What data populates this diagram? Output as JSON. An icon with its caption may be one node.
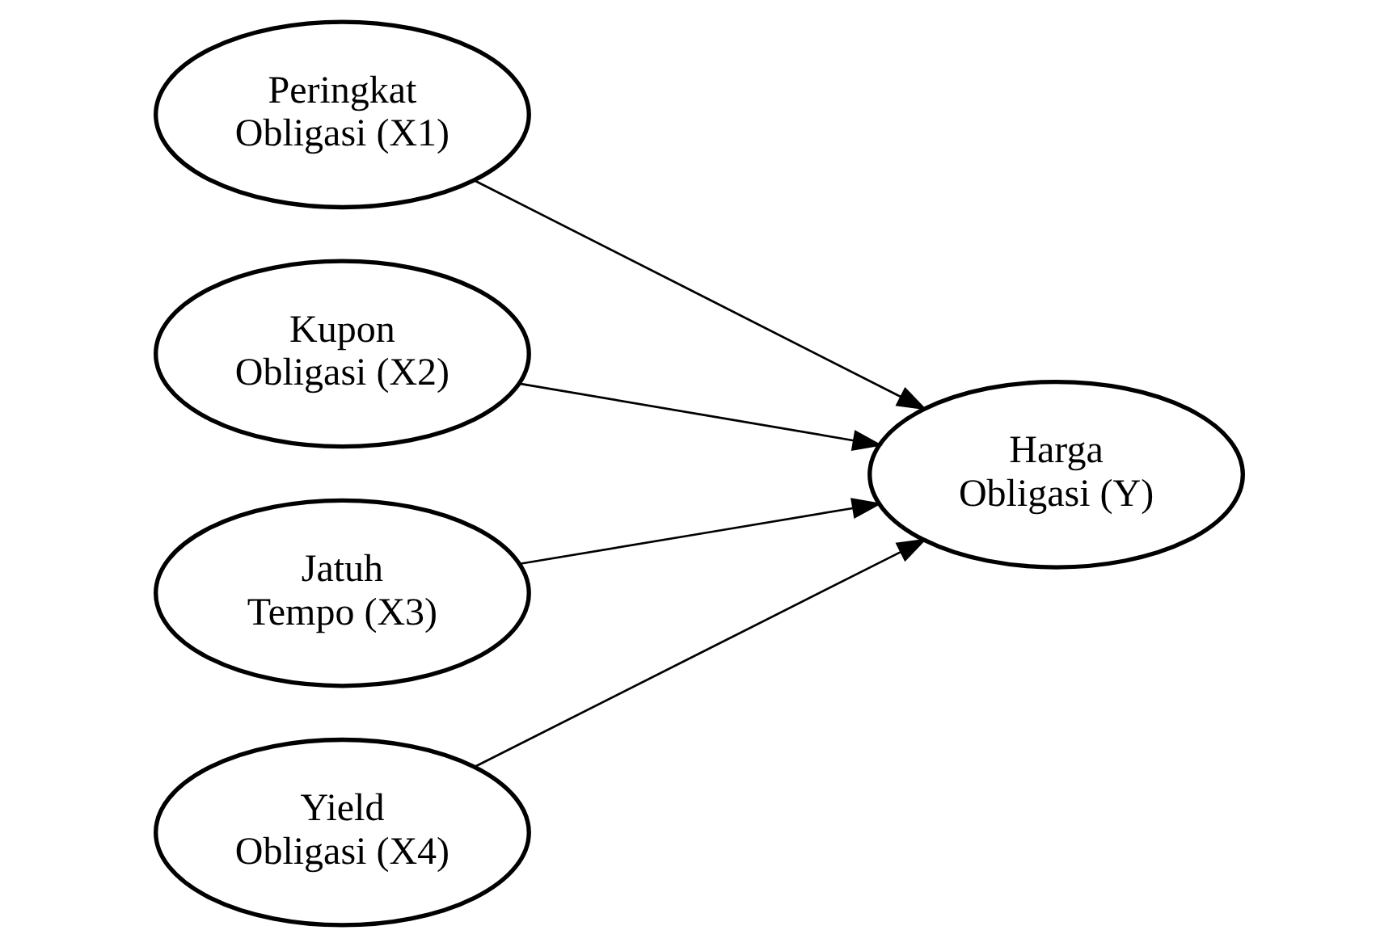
{
  "diagram": {
    "nodes": [
      {
        "text": [
          "Peringkat Obligasi (X1)"
        ]
      },
      {
        "text": [
          "Kupon Obligasi (X2)"
        ]
      },
      {
        "text": [
          "Jatuh Tempo (X3)"
        ]
      },
      {
        "text": [
          "Yield Obligasi (X4)"
        ]
      },
      {
        "text": [
          "Harga Obligasi (Y)"
        ]
      }
    ],
    "edges": [
      {
        "from": 0,
        "to": 4,
        "arrow": "to"
      },
      {
        "from": 1,
        "to": 4,
        "arrow": "to"
      },
      {
        "from": 2,
        "to": 4,
        "arrow": "to"
      },
      {
        "from": 3,
        "to": 4,
        "arrow": "to"
      }
    ]
  }
}
